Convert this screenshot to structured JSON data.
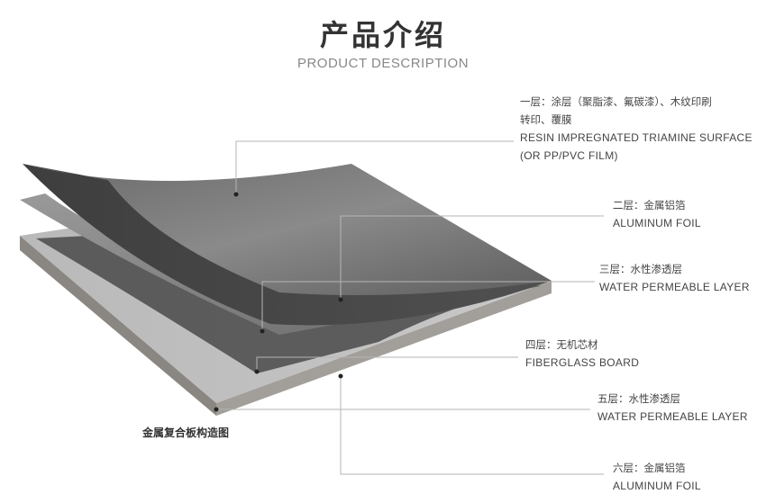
{
  "header": {
    "title": "产品介绍",
    "subtitle": "PRODUCT DESCRIPTION"
  },
  "caption": "金属复合板构造图",
  "layers": [
    {
      "cn": "一层：涂层（聚脂漆、氟碳漆）、木纹印刷",
      "cn2": "转印、覆膜",
      "en": "RESIN IMPREGNATED TRIAMINE SURFACE",
      "en2": "(OR PP/PVC FILM)"
    },
    {
      "cn": "二层：金属铝箔",
      "en": "ALUMINUM FOIL"
    },
    {
      "cn": "三层：水性渗透层",
      "en": "WATER PERMEABLE LAYER"
    },
    {
      "cn": "四层：无机芯材",
      "en": "FIBERGLASS BOARD"
    },
    {
      "cn": "五层：水性渗透层",
      "en": "WATER PERMEABLE LAYER"
    },
    {
      "cn": "六层：金属铝箔",
      "en": "ALUMINUM FOIL"
    }
  ]
}
